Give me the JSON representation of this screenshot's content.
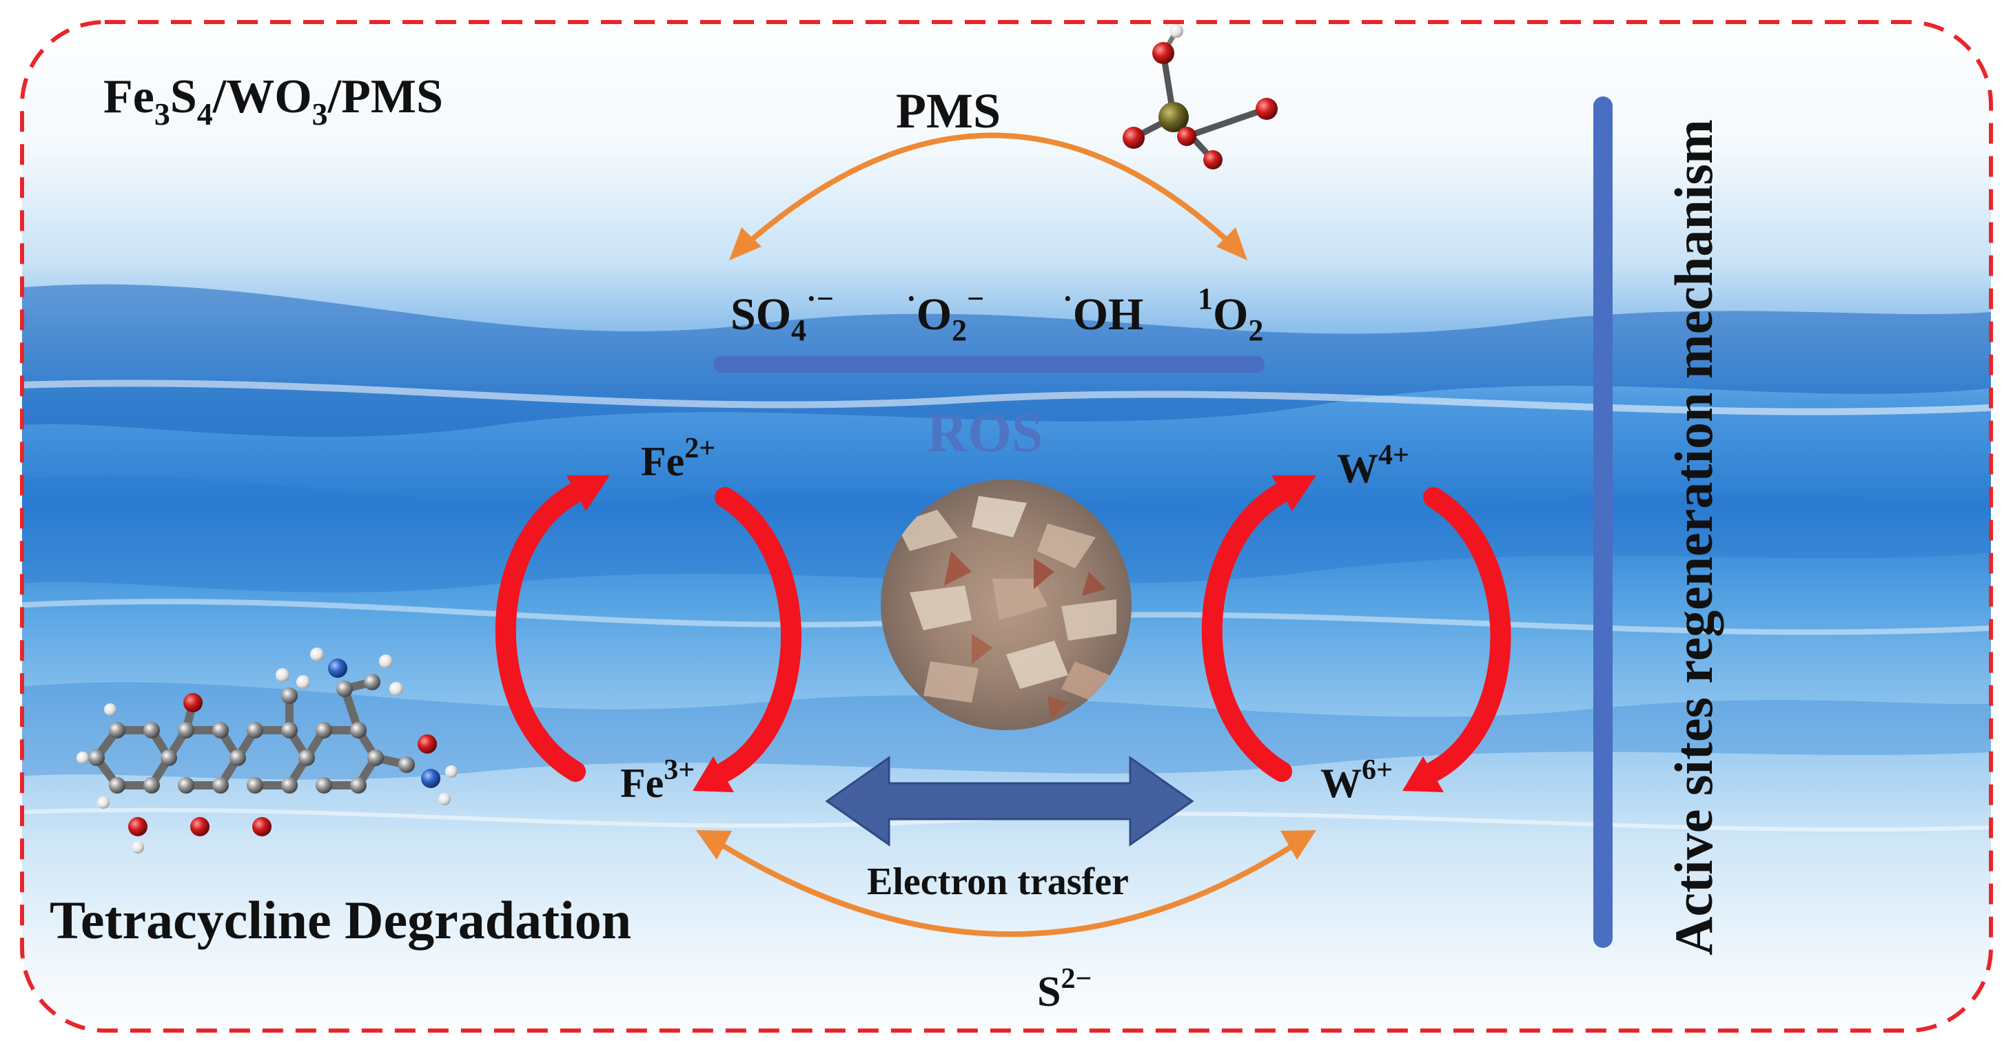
{
  "title": {
    "main": "Fe",
    "s1": "3",
    "mid1": "S",
    "s2": "4",
    "mid2": "/WO",
    "s3": "3",
    "tail": "/PMS"
  },
  "pms_label": "PMS",
  "ros": {
    "label": "ROS",
    "so4": {
      "base": "SO",
      "sub": "4",
      "sup": "·−"
    },
    "o2": {
      "dot": "·",
      "base": "O",
      "sub": "2",
      "sup": "−"
    },
    "oh": {
      "dot": "·",
      "base": "OH"
    },
    "singlet": {
      "sup": "1",
      "base": "O",
      "sub": "2"
    }
  },
  "iron": {
    "fe2": {
      "base": "Fe",
      "sup": "2+"
    },
    "fe3": {
      "base": "Fe",
      "sup": "3+"
    }
  },
  "tungsten": {
    "w4": {
      "base": "W",
      "sup": "4+"
    },
    "w6": {
      "base": "W",
      "sup": "6+"
    }
  },
  "electron_transfer": "Electron trasfer",
  "sulfide": {
    "base": "S",
    "sup": "2−"
  },
  "tetracycline": "Tetracycline Degradation",
  "side_label": "Active sites regeneration mechanism",
  "colors": {
    "border_dashed": "#e8262a",
    "cycle_arrow": "#f2141e",
    "orange_arrow": "#ee8a35",
    "blue_bar": "#4a6ec2",
    "ros_text": "#4f74c4",
    "double_arrow": "#44609f",
    "water_light": "#dcedf8",
    "water_deep": "#1f6fc8"
  }
}
